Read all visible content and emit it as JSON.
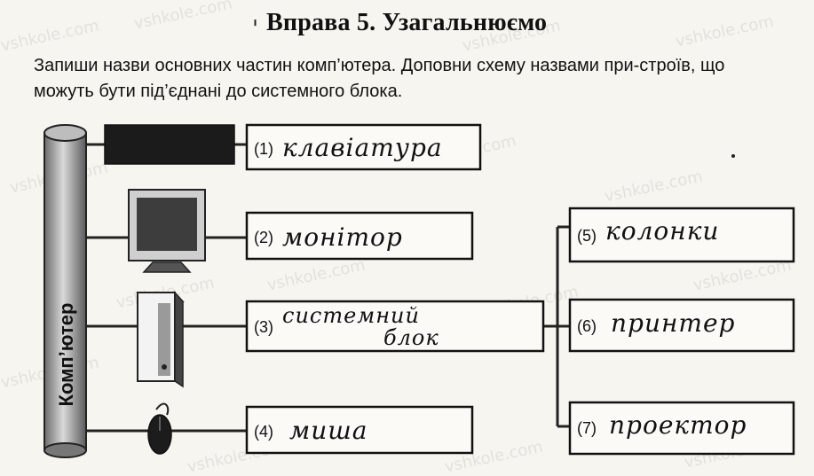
{
  "header": {
    "tick_mark": "ٰ",
    "title": "Вправа 5. Узагальнюємо"
  },
  "instructions": {
    "text": "Запиши назви основних частин комп’ютера. Доповни схему назвами при-строїв, що можуть бути під’єднані до системного блока."
  },
  "diagram": {
    "computer_label": "Комп’ютер",
    "boxes": [
      {
        "number": "(1)",
        "answer": "клавіатура"
      },
      {
        "number": "(2)",
        "answer": "монітор"
      },
      {
        "number": "(3)",
        "answer_line1": "системний",
        "answer_line2": "блок"
      },
      {
        "number": "(4)",
        "answer": "миша"
      },
      {
        "number": "(5)",
        "answer": "колонки"
      },
      {
        "number": "(6)",
        "answer": "принтер"
      },
      {
        "number": "(7)",
        "answer": "проектор"
      }
    ]
  },
  "watermark_text": "vshkole.com"
}
